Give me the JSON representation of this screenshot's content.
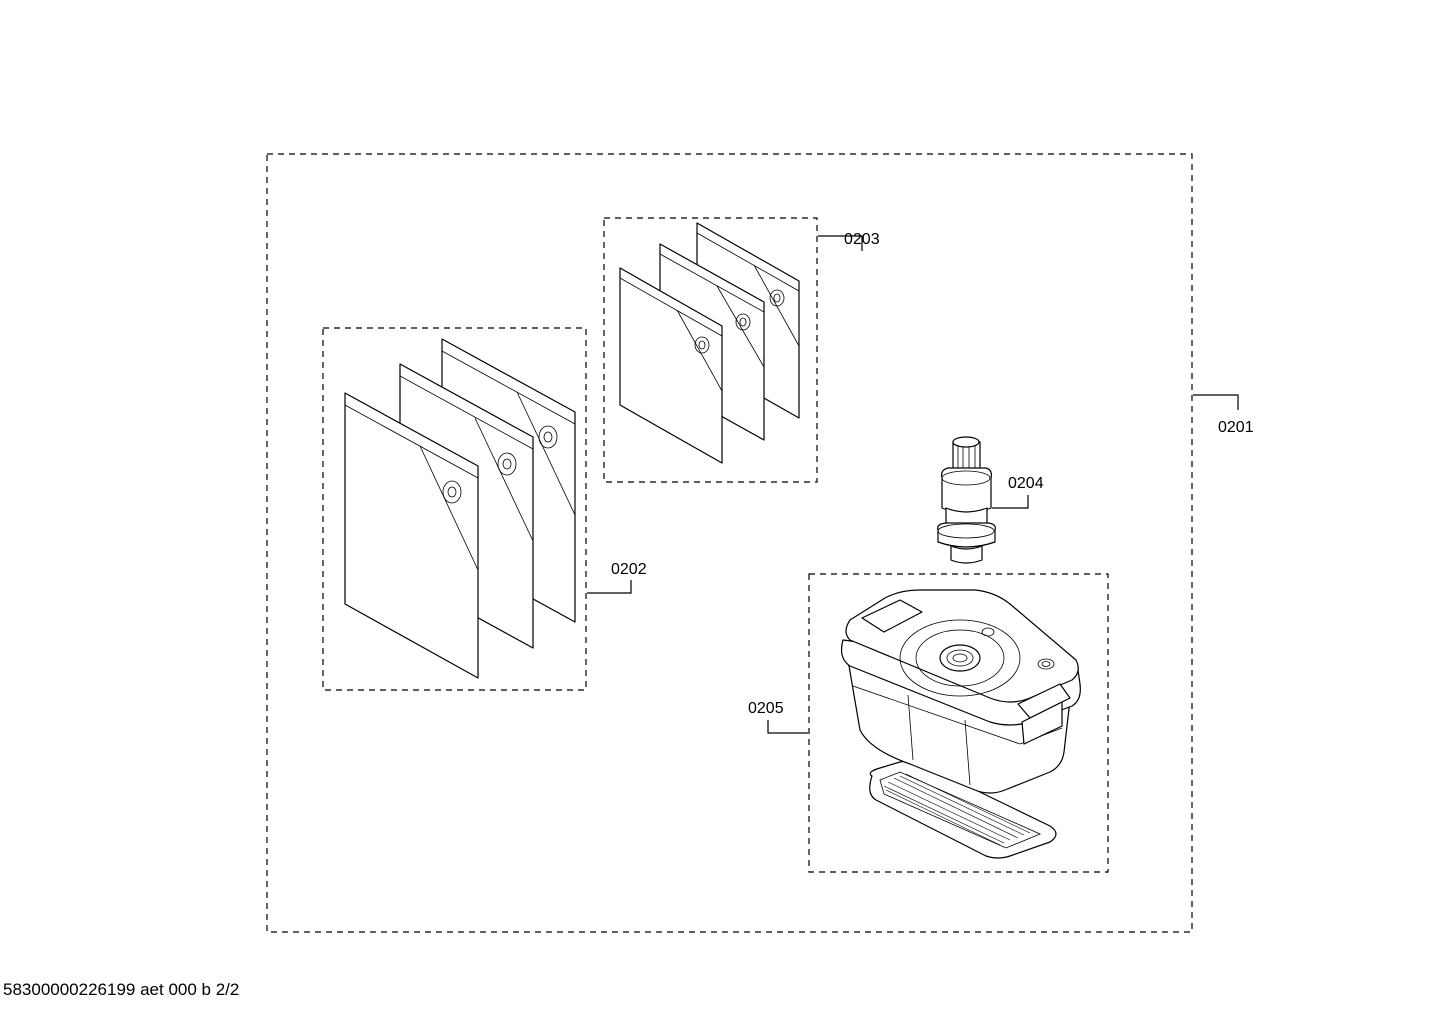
{
  "callouts": {
    "c0201": "0201",
    "c0202": "0202",
    "c0203": "0203",
    "c0204": "0204",
    "c0205": "0205"
  },
  "footer": {
    "doc_code": "58300000226199 aet 000 b 2/2"
  },
  "colors": {
    "line": "#000000",
    "background": "#ffffff"
  }
}
